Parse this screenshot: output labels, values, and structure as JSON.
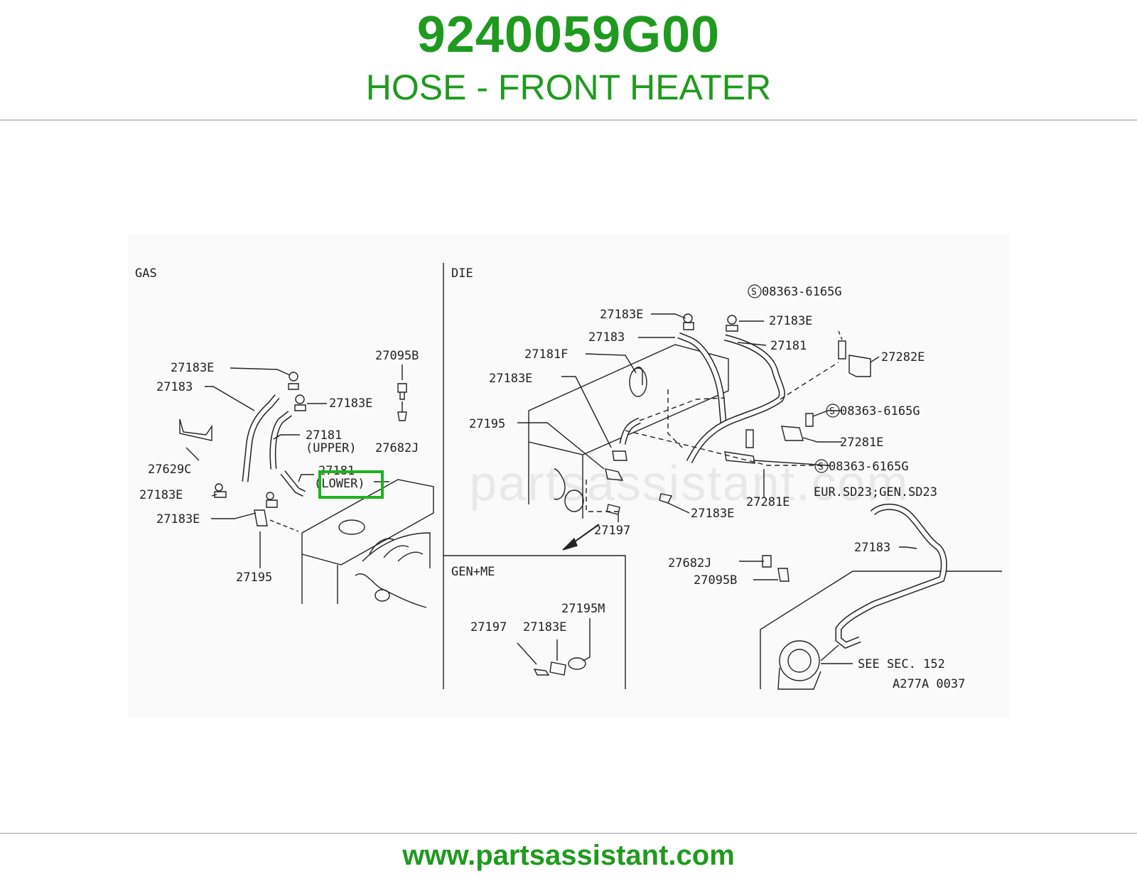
{
  "header": {
    "part_number": "9240059G00",
    "part_name": "HOSE - FRONT HEATER"
  },
  "footer": {
    "url": "www.partsassistant.com"
  },
  "watermark": "partsassistant.com",
  "colors": {
    "brand_green": "#1f9a1f",
    "highlight_green": "#1db31d"
  },
  "diagram": {
    "sections": {
      "gas": "GAS",
      "die": "DIE",
      "gen_me": "GEN+ME",
      "eur": "EUR.SD23;GEN.SD23"
    },
    "labels": {
      "gas_27183e_a": "27183E",
      "gas_27183": "27183",
      "gas_27183e_b": "27183E",
      "gas_27181_upper": "27181",
      "gas_upper": "(UPPER)",
      "gas_27095b": "27095B",
      "gas_27682j": "27682J",
      "gas_27629c": "27629C",
      "gas_27181_lower": "27181",
      "gas_lower": "(LOWER)",
      "gas_27183e_c": "27183E",
      "gas_27183e_d": "27183E",
      "gas_27195": "27195",
      "die_27183e_a": "27183E",
      "die_27183": "27183",
      "die_27181f": "27181F",
      "die_27183e_b": "27183E",
      "die_27195": "27195",
      "die_27183e_c": "27183E",
      "die_27181": "27181",
      "die_08363_a": "08363-6165G",
      "die_27282e": "27282E",
      "die_08363_b": "08363-6165G",
      "die_27281e_a": "27281E",
      "die_08363_c": "08363-6165G",
      "die_27281e_b": "27281E",
      "die_27183e_d": "27183E",
      "die_27197": "27197",
      "die_27682j": "27682J",
      "die_27095b": "27095B",
      "gen_27195m": "27195M",
      "gen_27197": "27197",
      "gen_27183e": "27183E",
      "eur_27183": "27183",
      "see_sec": "SEE SEC. 152",
      "figure_code": "A277A 0037"
    }
  }
}
